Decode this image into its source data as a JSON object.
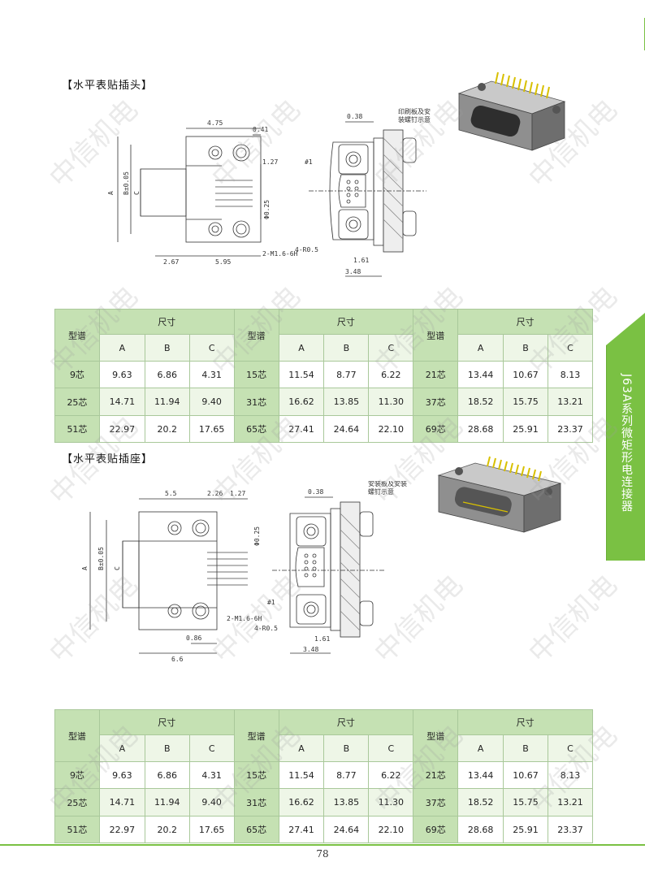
{
  "sections": [
    {
      "title": "【水平表贴插头】"
    },
    {
      "title": "【水平表贴插座】"
    }
  ],
  "drawing1": {
    "dims": [
      "4.75",
      "0.41",
      "1.27",
      "B±0.05",
      "C",
      "A",
      "Φ0.25",
      "2.67",
      "5.95",
      "2-M1.6-6H",
      "0.38",
      "#1",
      "4-R0.5",
      "1.61",
      "3.48"
    ],
    "note": "印刷板及安\n装螺钉示意"
  },
  "drawing2": {
    "dims": [
      "5.5",
      "2.26",
      "1.27",
      "Φ0.25",
      "A",
      "B±0.05",
      "C",
      "0.86",
      "6.6",
      "2-M1.6-6H",
      "0.38",
      "#1",
      "4-R0.5",
      "1.61",
      "3.48"
    ],
    "note": "安装板及安装\n螺钉示意"
  },
  "table_headers": {
    "model": "型谱",
    "size": "尺寸",
    "a": "A",
    "b": "B",
    "c": "C"
  },
  "table1": [
    [
      [
        "9芯",
        "9.63",
        "6.86",
        "4.31"
      ],
      [
        "15芯",
        "11.54",
        "8.77",
        "6.22"
      ],
      [
        "21芯",
        "13.44",
        "10.67",
        "8.13"
      ]
    ],
    [
      [
        "25芯",
        "14.71",
        "11.94",
        "9.40"
      ],
      [
        "31芯",
        "16.62",
        "13.85",
        "11.30"
      ],
      [
        "37芯",
        "18.52",
        "15.75",
        "13.21"
      ]
    ],
    [
      [
        "51芯",
        "22.97",
        "20.2",
        "17.65"
      ],
      [
        "65芯",
        "27.41",
        "24.64",
        "22.10"
      ],
      [
        "69芯",
        "28.68",
        "25.91",
        "23.37"
      ]
    ]
  ],
  "table2": [
    [
      [
        "9芯",
        "9.63",
        "6.86",
        "4.31"
      ],
      [
        "15芯",
        "11.54",
        "8.77",
        "6.22"
      ],
      [
        "21芯",
        "13.44",
        "10.67",
        "8.13"
      ]
    ],
    [
      [
        "25芯",
        "14.71",
        "11.94",
        "9.40"
      ],
      [
        "31芯",
        "16.62",
        "13.85",
        "11.30"
      ],
      [
        "37芯",
        "18.52",
        "15.75",
        "13.21"
      ]
    ],
    [
      [
        "51芯",
        "22.97",
        "20.2",
        "17.65"
      ],
      [
        "65芯",
        "27.41",
        "24.64",
        "22.10"
      ],
      [
        "69芯",
        "28.68",
        "25.91",
        "23.37"
      ]
    ]
  ],
  "side_tab": {
    "text": "J63A系列微矩形电连接器"
  },
  "watermark": "中信机电",
  "page_number": "78",
  "colors": {
    "accent": "#7ac143",
    "header": "#c5e1b3",
    "row_alt": "#eef6e7"
  }
}
